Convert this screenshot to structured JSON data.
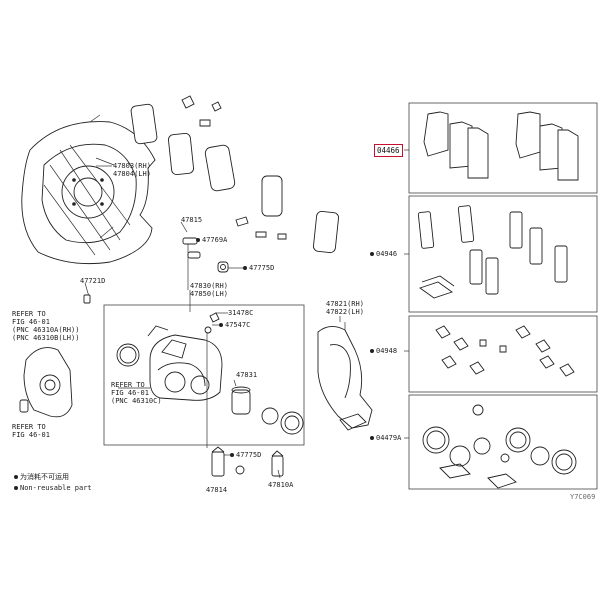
{
  "labels": {
    "shield_rh": "47803(RH)",
    "shield_lh": "47804(LH)",
    "p47721d": "47721D",
    "refer1_l1": "REFER TO",
    "refer1_l2": "FIG 46-01",
    "refer1_l3": "(PNC 46310A(RH))",
    "refer1_l4": "(PNC 46310B(LH))",
    "refer_bottom_l1": "REFER TO",
    "refer_bottom_l2": "FIG 46-01",
    "p47815": "47815",
    "p47769a": "47769A",
    "p47775d_top": "47775D",
    "p47830": "47830(RH)",
    "p47850": "47850(LH)",
    "p31478c": "31478C",
    "p47547c": "47547C",
    "refer2_l1": "REFER TO",
    "refer2_l2": "FIG 46-01",
    "refer2_l3": "(PNC 46310C)",
    "p47831": "47831",
    "p47775d_bottom": "47775D",
    "p47814": "47814",
    "p47810a": "47810A",
    "p47821": "47821(RH)",
    "p47822": "47822(LH)",
    "kit_04466": "04466",
    "kit_04946": "04946",
    "kit_04948": "04948",
    "kit_04479a": "04479A",
    "legend_cn": "为消耗不可运用",
    "legend_en": "Non-reusable part",
    "figure_code": "Y7C069"
  },
  "colors": {
    "highlight_border": "#c8102e",
    "line": "#333333"
  }
}
